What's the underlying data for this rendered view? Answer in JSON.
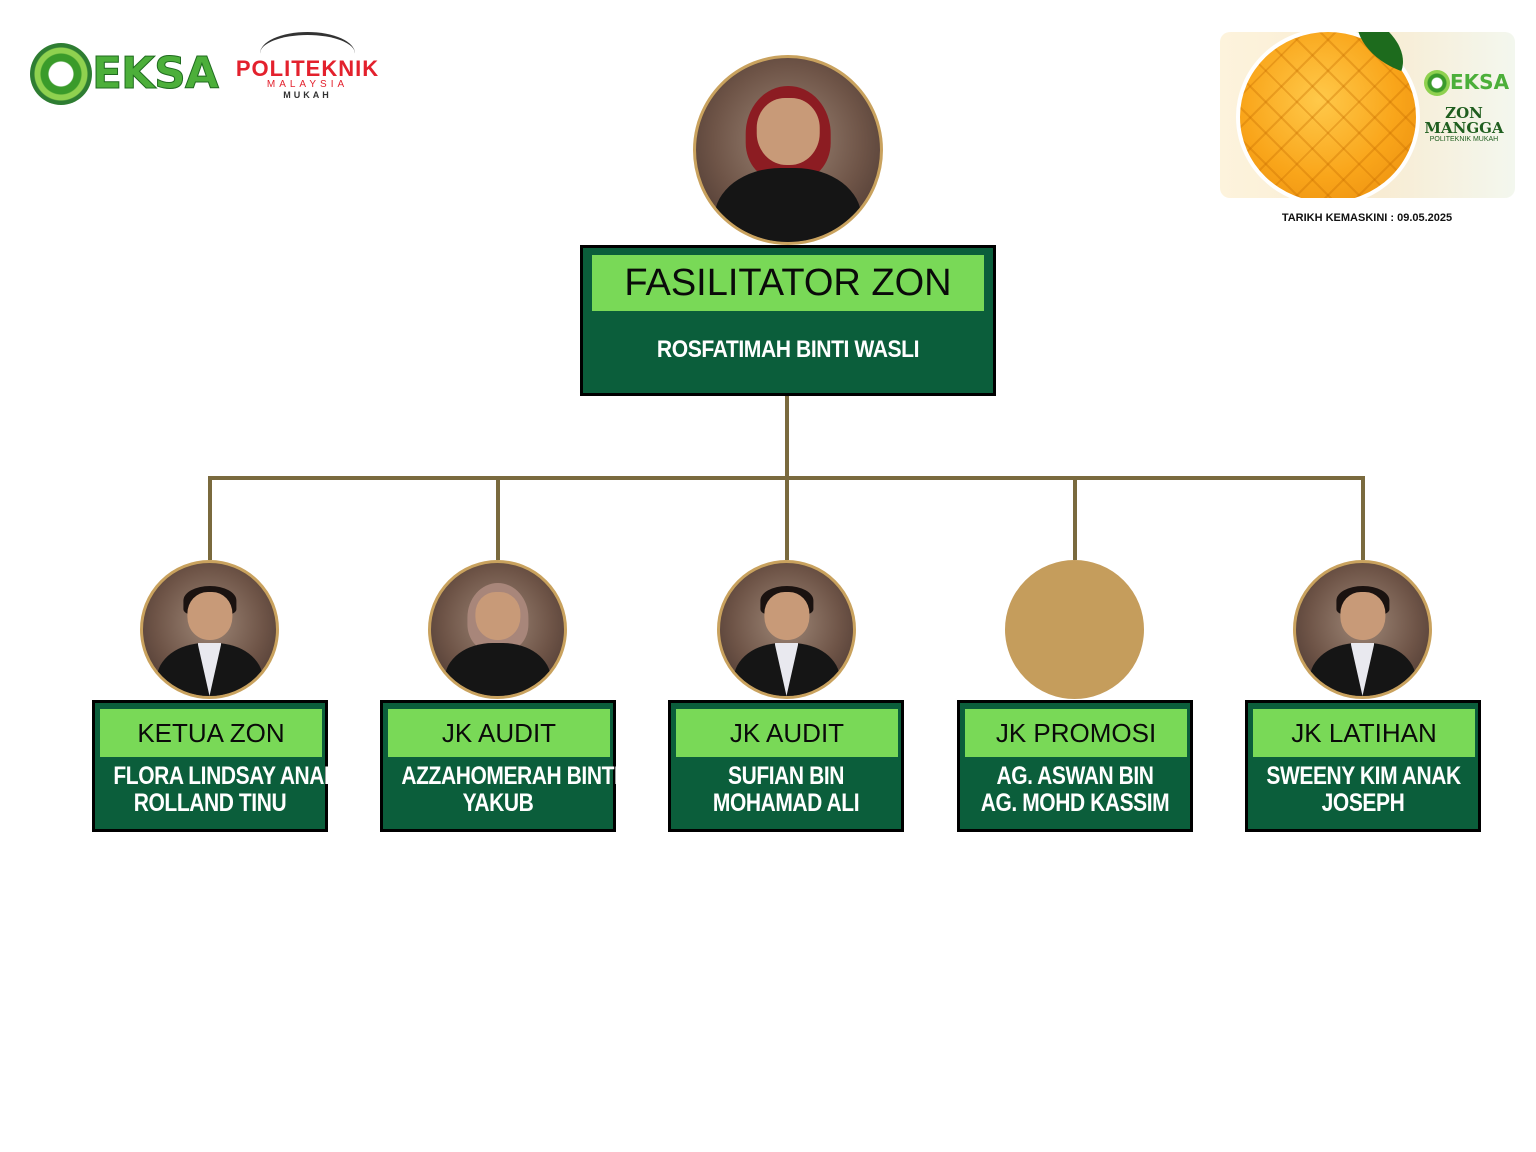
{
  "header": {
    "eksa_logo_text": "EKSA",
    "poli_logo_text": "POLITEKNIK",
    "poli_logo_sub": "MALAYSIA",
    "poli_logo_campus": "MUKAH"
  },
  "zone_banner": {
    "eksa_text": "EKSA",
    "zone_line1": "ZON",
    "zone_line2": "MANGGA",
    "subtitle": "POLITEKNIK MUKAH"
  },
  "update_date": "TARIKH KEMASKINI : 09.05.2025",
  "colors": {
    "title_band": "#79d957",
    "box_fill": "#0b5e3b",
    "connector": "#7a6a3e",
    "photo_border": "#c9a25e"
  },
  "facilitator": {
    "role": "FASILITATOR ZON",
    "name": "ROSFATIMAH BINTI WASLI"
  },
  "members": [
    {
      "role": "KETUA ZON",
      "name_line1": "FLORA LINDSAY ANAK",
      "name_line2": "ROLLAND TINU"
    },
    {
      "role": "JK AUDIT",
      "name_line1": "AZZAHOMERAH BINTI",
      "name_line2": "YAKUB"
    },
    {
      "role": "JK AUDIT",
      "name_line1": "SUFIAN BIN",
      "name_line2": "MOHAMAD ALI"
    },
    {
      "role": "JK PROMOSI",
      "name_line1": "AG. ASWAN BIN",
      "name_line2": "AG. MOHD KASSIM"
    },
    {
      "role": "JK LATIHAN",
      "name_line1": "SWEENY KIM ANAK",
      "name_line2": "JOSEPH"
    }
  ]
}
